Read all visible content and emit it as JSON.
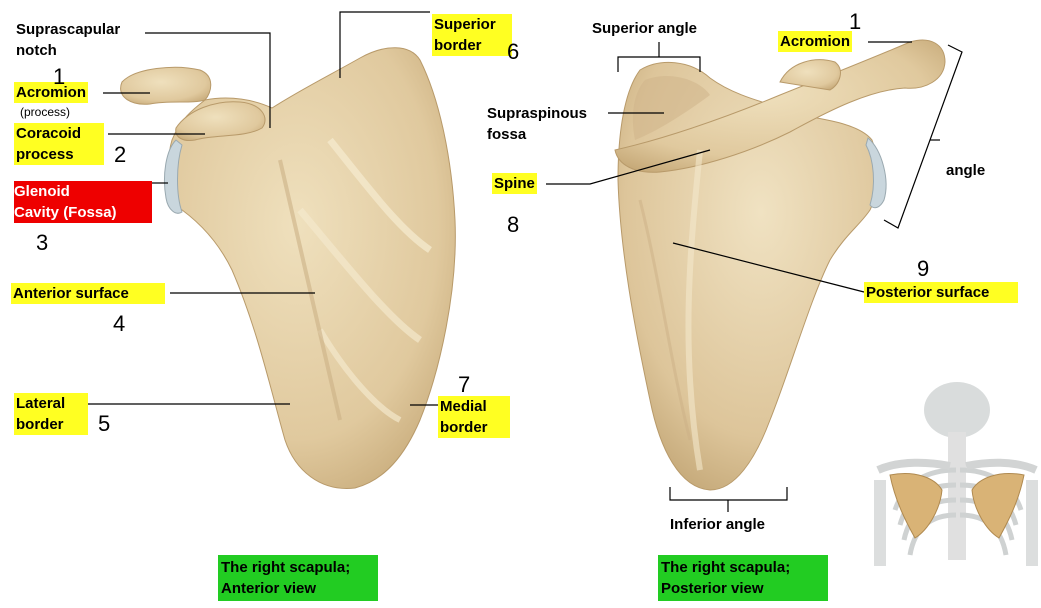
{
  "labels": {
    "suprascapular_notch": [
      "Suprascapular",
      "notch"
    ],
    "acromion_left": "Acromion",
    "acromion_process_note": "(process)",
    "coracoid_process": [
      "Coracoid",
      "process"
    ],
    "glenoid_cavity": [
      "Glenoid",
      "Cavity (Fossa)"
    ],
    "anterior_surface": "Anterior surface",
    "lateral_border": [
      "Lateral",
      "border"
    ],
    "superior_border": [
      "Superior",
      "border"
    ],
    "medial_border": [
      "Medial",
      "border"
    ],
    "superior_angle": "Superior angle",
    "acromion_right": "Acromion",
    "supraspinous_fossa": [
      "Supraspinous",
      "fossa"
    ],
    "spine": "Spine",
    "angle": "angle",
    "posterior_surface": "Posterior surface",
    "inferior_angle": "Inferior angle"
  },
  "numbers": {
    "n_acromion_left": "1",
    "n_coracoid": "2",
    "n_glenoid": "3",
    "n_anterior": "4",
    "n_lateral": "5",
    "n_superior_border": "6",
    "n_medial": "7",
    "n_spine": "8",
    "n_posterior": "9",
    "n_acromion_right": "1"
  },
  "captions": {
    "anterior": [
      "The right scapula;",
      "Anterior view"
    ],
    "posterior": [
      "The right scapula;",
      "Posterior view"
    ]
  },
  "colors": {
    "bone": "#e3cfa6",
    "bone_shadow": "#c4a97c",
    "bone_light": "#f2e4c4",
    "highlight": "#ffff22",
    "red_label": "#ee0000",
    "green_caption": "#22cc22"
  }
}
